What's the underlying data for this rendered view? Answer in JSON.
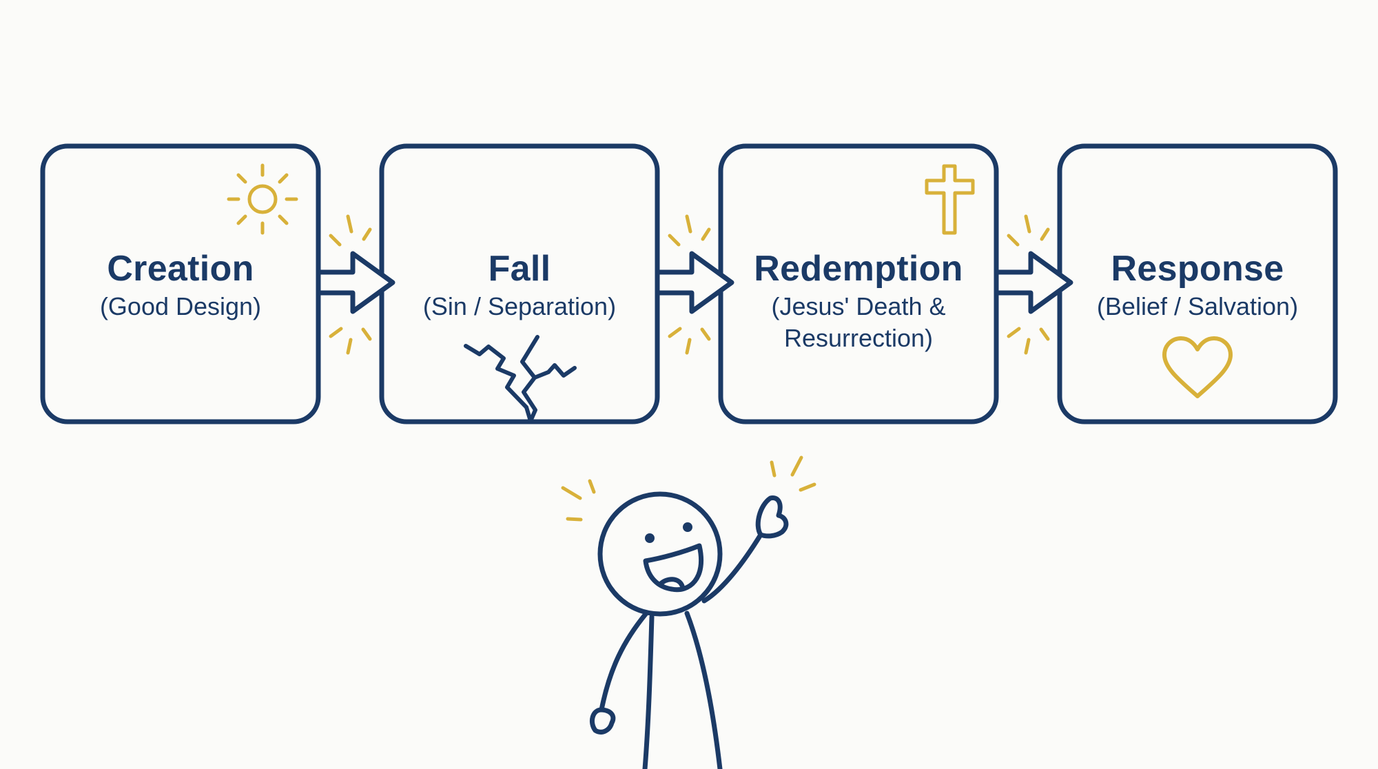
{
  "colors": {
    "navy": "#1b3a66",
    "gold": "#d8b13a",
    "background": "#fbfbf9"
  },
  "steps": [
    {
      "title": "Creation",
      "subtitle": "(Good Design)",
      "icon": "sun-icon"
    },
    {
      "title": "Fall",
      "subtitle": "(Sin / Separation)",
      "icon": "crack-icon"
    },
    {
      "title": "Redemption",
      "subtitle": "(Jesus' Death & Resurrection)",
      "icon": "cross-icon"
    },
    {
      "title": "Response",
      "subtitle": "(Belief / Salvation)",
      "icon": "heart-icon"
    }
  ],
  "figure": {
    "icon": "stick-figure-pointing-icon"
  }
}
